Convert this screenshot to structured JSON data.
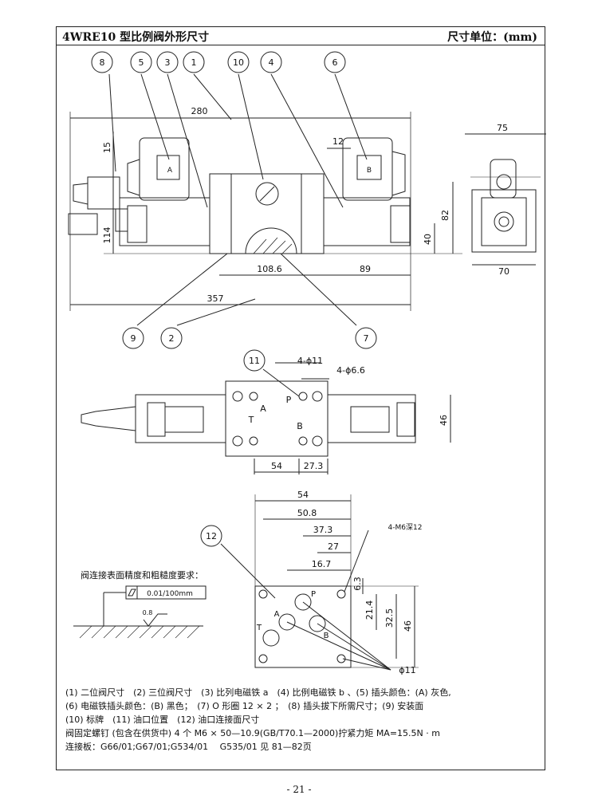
{
  "header": {
    "title": "4WRE10 型比例阀外形尺寸",
    "unit": "尺寸单位：(mm)"
  },
  "callouts": {
    "c1": "1",
    "c2": "2",
    "c3": "3",
    "c5": "5",
    "c4": "4",
    "c6": "6",
    "c7": "7",
    "c8": "8",
    "c9": "9",
    "c10": "10",
    "c11": "11",
    "c12": "12"
  },
  "dims": {
    "d280": "280",
    "d357": "357",
    "d108_6": "108.6",
    "d89": "89",
    "d114": "114",
    "d82": "82",
    "d40": "40",
    "d15": "15",
    "d12": "12",
    "d75": "75",
    "d70": "70",
    "d46a": "46",
    "d54a": "54",
    "d27_3a": "27.3",
    "d54b": "54",
    "d50_8": "50.8",
    "d37_3": "37.3",
    "d27": "27",
    "d16_7": "16.7",
    "d6_3": "6.3",
    "d21_4": "21.4",
    "d32_5": "32.5",
    "d46b": "46",
    "phi11_4": "4-ϕ11",
    "phi6_6_4": "4-ϕ6.6",
    "m6": "4-M6深12",
    "phi11": "ϕ11"
  },
  "labels": {
    "coilA": "A",
    "coilB": "B",
    "portA": "A",
    "portP": "P",
    "portT": "T",
    "portB": "B",
    "port2A": "A",
    "port2P": "P",
    "port2T": "T",
    "port2B": "B"
  },
  "surface": {
    "caption": "阀连接表面精度和粗糙度要求：",
    "flatness": "0.01/100mm",
    "roughness": "0.8"
  },
  "notes": [
    "(1) 二位阀尺寸　(2) 三位阀尺寸　(3) 比列电磁铁 a　(4) 比例电磁铁 b 、(5) 插头颜色：(A) 灰色,",
    "(6) 电磁铁插头颜色：(B) 黑色；　(7) O 形圈 12 × 2 ；　(8) 插头拔下所需尺寸；(9) 安装面",
    "(10) 标牌　(11) 油口位置　(12) 油口连接面尺寸",
    "阀固定螺钉 (包含在供货中) 4 个 M6 × 50—10.9(GB/T70.1—2000)拧紧力矩 MA=15.5N · m",
    "连接板：G66/01;G67/01;G534/01　 G535/01 见 81—82页"
  ],
  "page_number": "- 21 -"
}
